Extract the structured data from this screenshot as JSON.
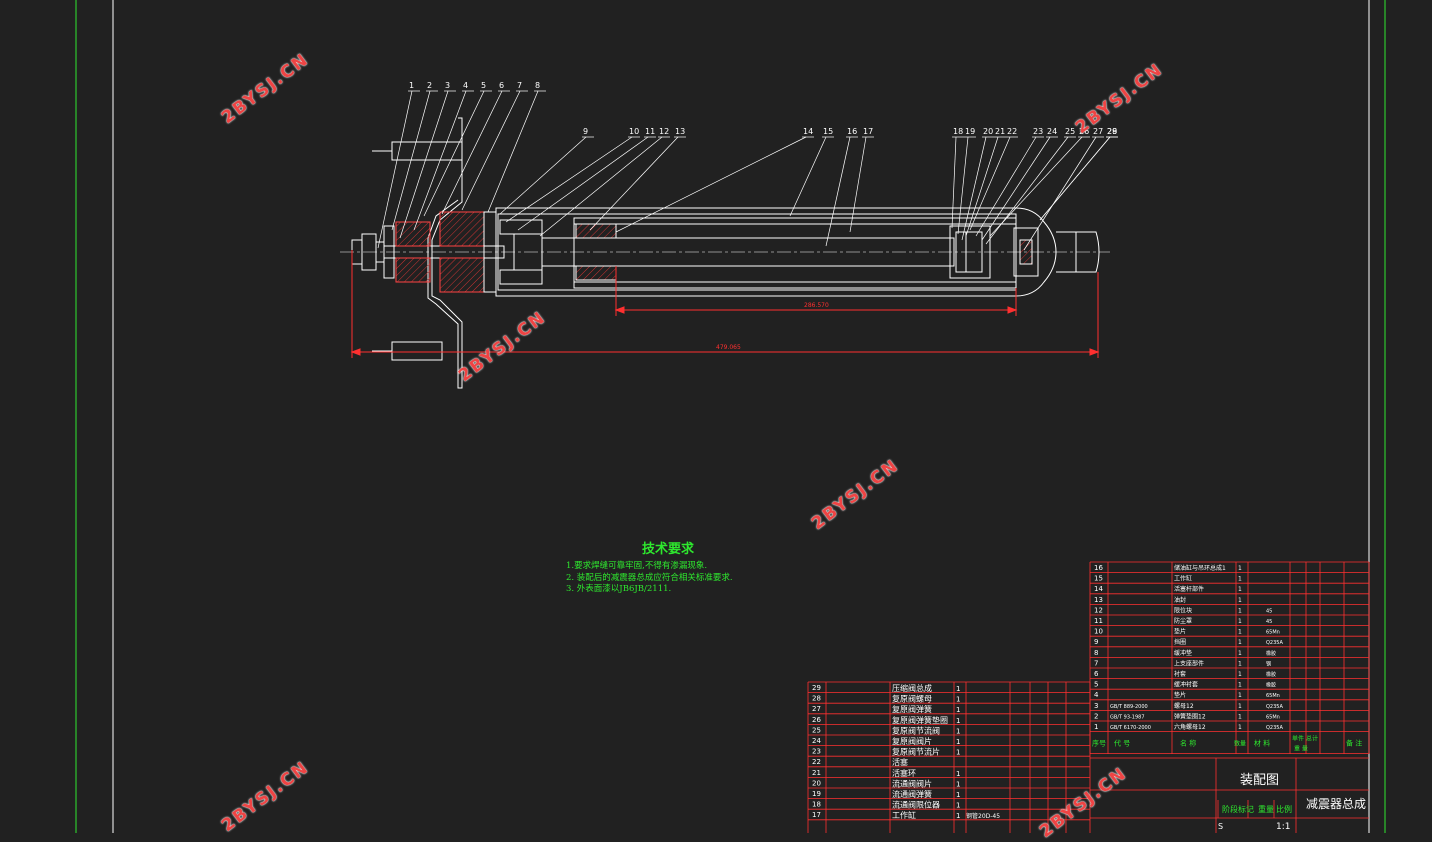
{
  "watermark": "2BYSJ.CN",
  "tech_requirements": {
    "title": "技术要求",
    "items": [
      "1.要求焊缝可靠牢固,不得有渗漏现象.",
      "2. 装配后的减震器总成应符合相关标准要求.",
      "3. 外表面漆以JB6JB/2111."
    ]
  },
  "balloons_left": [
    "1",
    "2",
    "3",
    "4",
    "5",
    "6",
    "7",
    "8"
  ],
  "balloons_mid": [
    "9",
    "10",
    "11",
    "12",
    "13",
    "14",
    "15",
    "16",
    "17"
  ],
  "balloons_right": [
    "18",
    "19",
    "20",
    "21",
    "22",
    "23",
    "24",
    "25",
    "26",
    "27",
    "28",
    "29"
  ],
  "dim_inner": "286.570",
  "dim_total": "479.065",
  "bom_upper": [
    {
      "no": "16",
      "code": "",
      "name": "储油缸与吊环总成1",
      "qty": "1",
      "mat": ""
    },
    {
      "no": "15",
      "code": "",
      "name": "工作缸",
      "qty": "1",
      "mat": ""
    },
    {
      "no": "14",
      "code": "",
      "name": "活塞杆部件",
      "qty": "1",
      "mat": ""
    },
    {
      "no": "13",
      "code": "",
      "name": "油封",
      "qty": "1",
      "mat": ""
    },
    {
      "no": "12",
      "code": "",
      "name": "限位块",
      "qty": "1",
      "mat": "45"
    },
    {
      "no": "11",
      "code": "",
      "name": "防尘罩",
      "qty": "1",
      "mat": "45"
    },
    {
      "no": "10",
      "code": "",
      "name": "垫片",
      "qty": "1",
      "mat": "65Mn"
    },
    {
      "no": "9",
      "code": "",
      "name": "挡圈",
      "qty": "1",
      "mat": "Q235A"
    },
    {
      "no": "8",
      "code": "",
      "name": "缓冲垫",
      "qty": "1",
      "mat": "橡胶"
    },
    {
      "no": "7",
      "code": "",
      "name": "上支座部件",
      "qty": "1",
      "mat": "钢"
    },
    {
      "no": "6",
      "code": "",
      "name": "衬套",
      "qty": "1",
      "mat": "橡胶"
    },
    {
      "no": "5",
      "code": "",
      "name": "缓冲衬套",
      "qty": "1",
      "mat": "橡胶"
    },
    {
      "no": "4",
      "code": "",
      "name": "垫片",
      "qty": "1",
      "mat": "65Mn"
    },
    {
      "no": "3",
      "code": "GB/T 889-2000",
      "name": "螺母12",
      "qty": "1",
      "mat": "Q235A"
    },
    {
      "no": "2",
      "code": "GB/T 93-1987",
      "name": "弹簧垫圈12",
      "qty": "1",
      "mat": "65Mn"
    },
    {
      "no": "1",
      "code": "GB/T 6170-2000",
      "name": "六角螺母12",
      "qty": "1",
      "mat": "Q235A"
    }
  ],
  "bom_lower": [
    {
      "no": "29",
      "code": "",
      "name": "压缩阀总成",
      "qty": "1"
    },
    {
      "no": "28",
      "code": "",
      "name": "复原阀螺母",
      "qty": "1"
    },
    {
      "no": "27",
      "code": "",
      "name": "复原阀弹簧",
      "qty": "1"
    },
    {
      "no": "26",
      "code": "",
      "name": "复原阀弹簧垫圈",
      "qty": "1"
    },
    {
      "no": "25",
      "code": "",
      "name": "复原阀节流阀",
      "qty": "1"
    },
    {
      "no": "24",
      "code": "",
      "name": "复原阀阀片",
      "qty": "1"
    },
    {
      "no": "23",
      "code": "",
      "name": "复原阀节流片",
      "qty": "1"
    },
    {
      "no": "22",
      "code": "",
      "name": "活塞",
      "qty": ""
    },
    {
      "no": "21",
      "code": "",
      "name": "活塞环",
      "qty": "1"
    },
    {
      "no": "20",
      "code": "",
      "name": "流通阀阀片",
      "qty": "1"
    },
    {
      "no": "19",
      "code": "",
      "name": "流通阀弹簧",
      "qty": "1"
    },
    {
      "no": "18",
      "code": "",
      "name": "流通阀限位器",
      "qty": "1"
    },
    {
      "no": "17",
      "code": "",
      "name": "工作缸",
      "qty": "1",
      "mat": "钢管20D-45"
    }
  ],
  "bom_header": {
    "seq": "序号",
    "code": "代    号",
    "name": "名    称",
    "qty": "数量",
    "mat": "材    料",
    "unit_weight": "单件",
    "total_weight": "总计",
    "weight": "重    量",
    "remark": "备 注"
  },
  "title_block": {
    "drawing_type": "装配图",
    "part_name": "减震器总成",
    "stage_label": "阶段标记",
    "weight_label": "重量",
    "scale_label": "比例",
    "scale_value": "1:1",
    "sheet_mark": "S"
  },
  "colors": {
    "background": "#212121",
    "outline": "#ffffff",
    "dimension": "#ff3030",
    "tech_text": "#2ee82e",
    "table_line": "#ff3030",
    "border_green": "#2ee82e"
  }
}
